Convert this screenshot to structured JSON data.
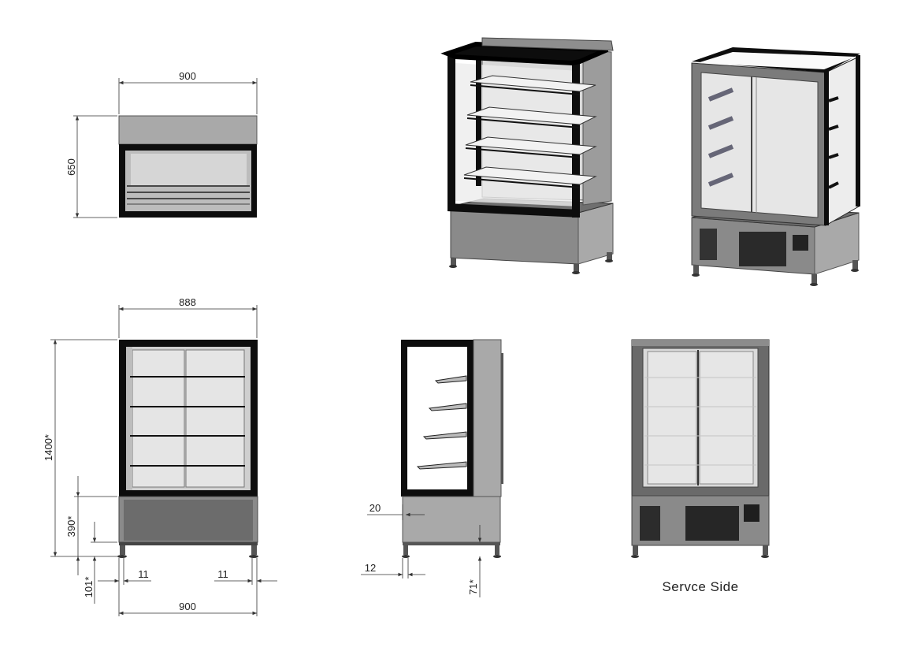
{
  "drawing": {
    "dimensions": {
      "top_width": "900",
      "top_depth": "650",
      "front_width": "888",
      "total_height": "1400*",
      "base_height": "390*",
      "leg_height": "101*",
      "side_offset_left": "11",
      "side_offset_right": "11",
      "bottom_width": "900",
      "side_inset": "20",
      "side_leg_offset": "12",
      "side_leg_height": "71*"
    },
    "captions": {
      "service_side": "Servce Side"
    }
  }
}
